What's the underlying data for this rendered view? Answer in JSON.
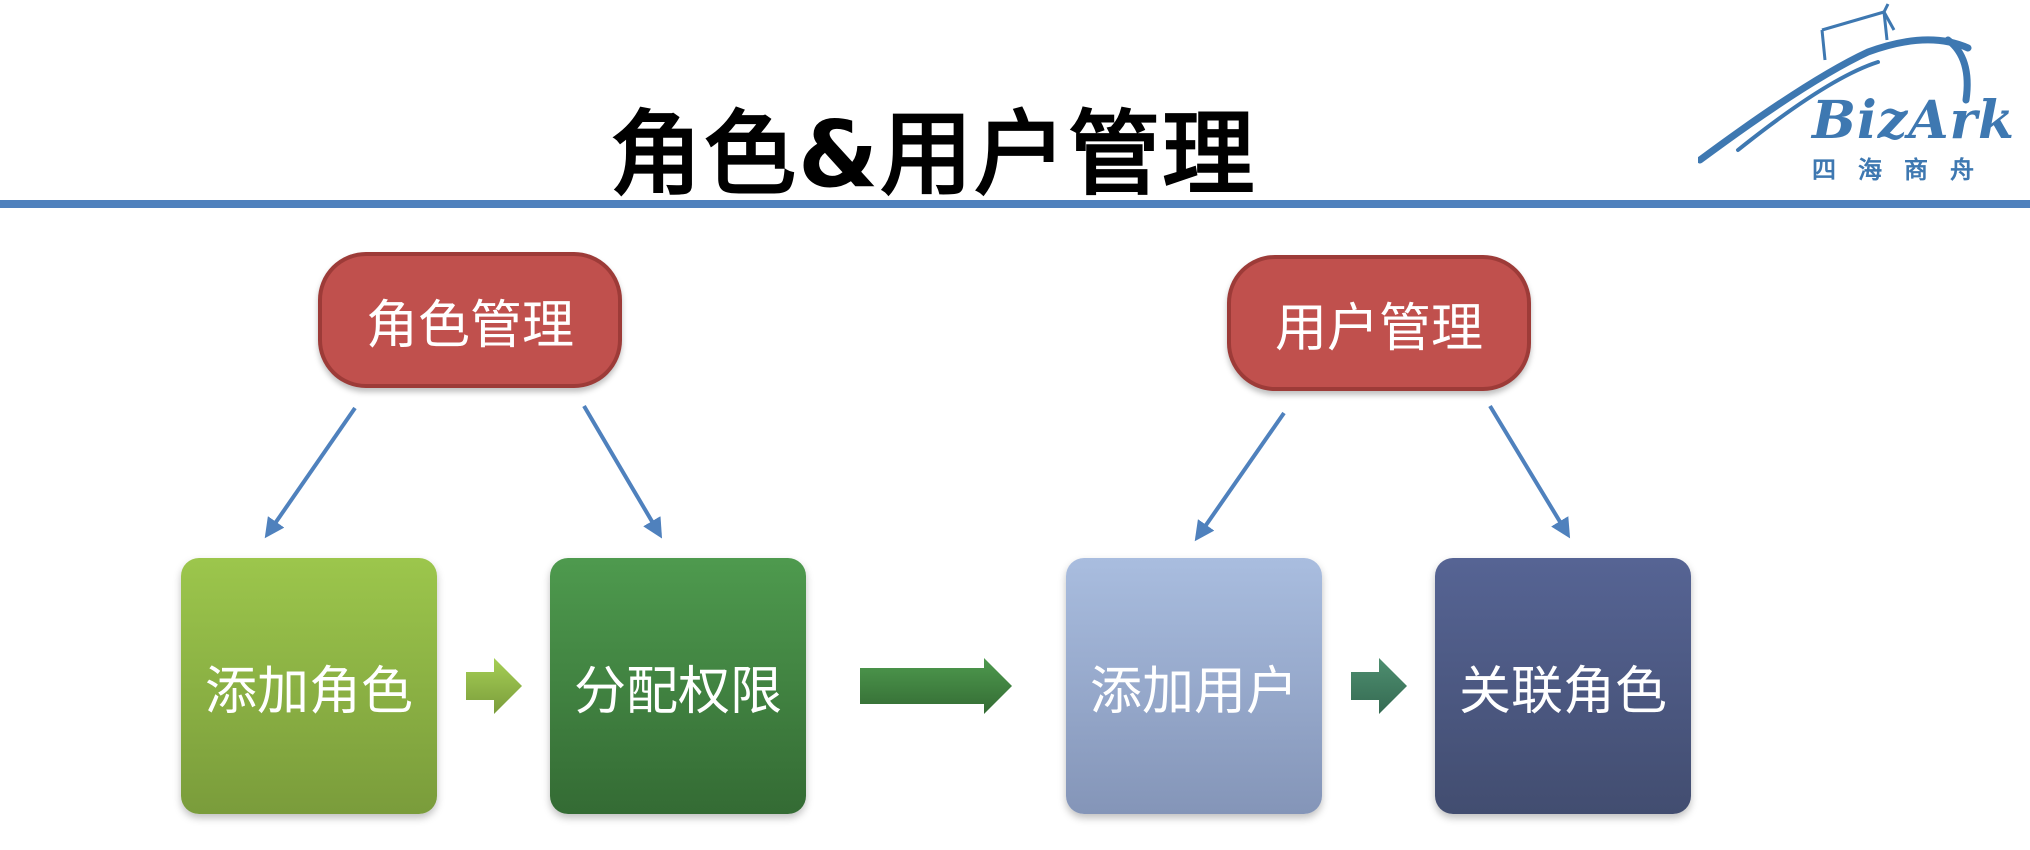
{
  "slide": {
    "title": "角色&用户管理",
    "logo": {
      "name": "BizArk",
      "subtitle": "四海商舟"
    }
  },
  "headers": {
    "role_management": "角色管理",
    "user_management": "用户管理"
  },
  "steps": {
    "add_role": "添加角色",
    "assign_permission": "分配权限",
    "add_user": "添加用户",
    "link_role": "关联角色"
  },
  "colors": {
    "title_rule": "#4f81bd",
    "header_fill": "#c0504d",
    "arrow_blue": "#4f81bd",
    "add_role": "#9cc64c",
    "assign_permission": "#4e9a4e",
    "add_user": "#a9bddf",
    "link_role": "#566494",
    "logo": "#3e78b1"
  }
}
